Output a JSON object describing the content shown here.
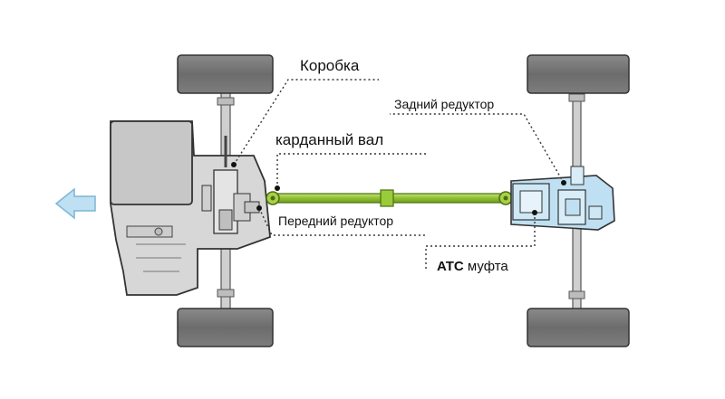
{
  "labels": {
    "gearbox": "Коробка",
    "cardan_shaft": "карданный вал",
    "front_reducer": "Передний редуктор",
    "rear_reducer": "Задний редуктор",
    "atc_bold": "ATC",
    "atc_rest": " муфта"
  },
  "colors": {
    "tire": "#767676",
    "housing": "#d9d9d9",
    "engine": "#c8c8c8",
    "shaft": "#9acb3a",
    "rear_box": "#bfe0f2",
    "arrow": "#bfe0f2",
    "leader": "#333333"
  }
}
